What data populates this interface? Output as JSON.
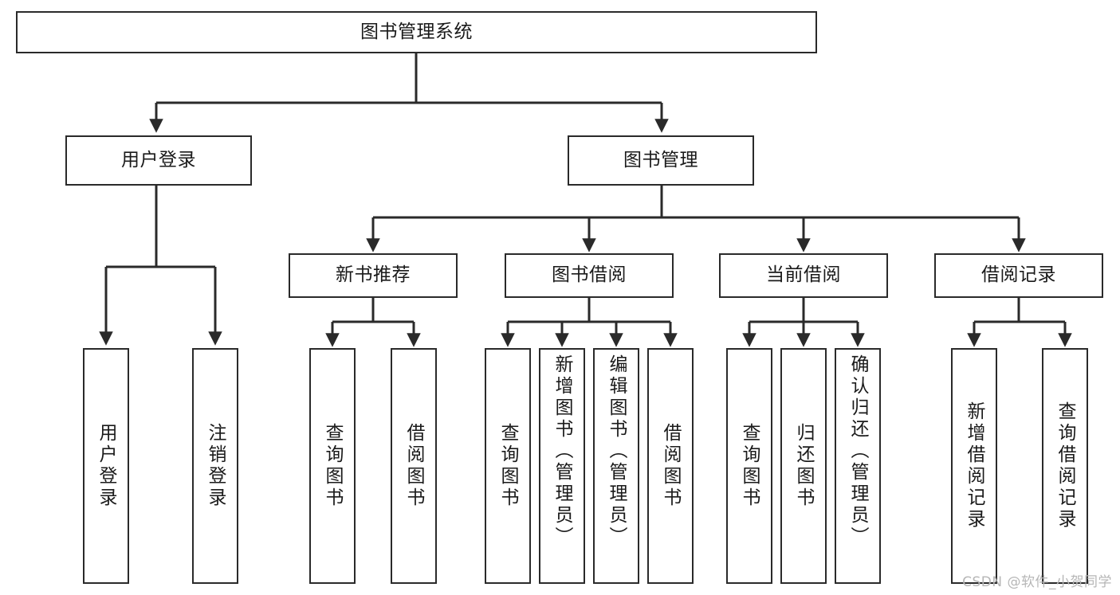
{
  "diagram": {
    "title": "图书管理系统",
    "type": "tree-hierarchy-diagram",
    "root": {
      "id": "root",
      "label": "图书管理系统"
    },
    "level1": [
      {
        "id": "user-login",
        "label": "用户登录"
      },
      {
        "id": "book-management",
        "label": "图书管理"
      }
    ],
    "level2": [
      {
        "id": "new-book-recommend",
        "label": "新书推荐",
        "parent": "book-management"
      },
      {
        "id": "book-borrow",
        "label": "图书借阅",
        "parent": "book-management"
      },
      {
        "id": "current-borrow",
        "label": "当前借阅",
        "parent": "book-management"
      },
      {
        "id": "borrow-record",
        "label": "借阅记录",
        "parent": "book-management"
      }
    ],
    "leaves": [
      {
        "id": "leaf-user-login",
        "label": "用户登录",
        "parent": "user-login"
      },
      {
        "id": "leaf-logout-login",
        "label": "注销登录",
        "parent": "user-login"
      },
      {
        "id": "leaf-query-book-1",
        "label": "查询图书",
        "parent": "new-book-recommend"
      },
      {
        "id": "leaf-borrow-book-1",
        "label": "借阅图书",
        "parent": "new-book-recommend"
      },
      {
        "id": "leaf-query-book-2",
        "label": "查询图书",
        "parent": "book-borrow"
      },
      {
        "id": "leaf-add-book-admin",
        "label": "新增图书（管理员）",
        "parent": "book-borrow"
      },
      {
        "id": "leaf-edit-book-admin",
        "label": "编辑图书（管理员）",
        "parent": "book-borrow"
      },
      {
        "id": "leaf-borrow-book-2",
        "label": "借阅图书",
        "parent": "book-borrow"
      },
      {
        "id": "leaf-query-book-3",
        "label": "查询图书",
        "parent": "current-borrow"
      },
      {
        "id": "leaf-return-book",
        "label": "归还图书",
        "parent": "current-borrow"
      },
      {
        "id": "leaf-confirm-return-admin",
        "label": "确认归还（管理员）",
        "parent": "current-borrow"
      },
      {
        "id": "leaf-add-borrow-record",
        "label": "新增借阅记录",
        "parent": "borrow-record"
      },
      {
        "id": "leaf-query-borrow-record",
        "label": "查询借阅记录",
        "parent": "borrow-record"
      }
    ]
  },
  "watermark": {
    "text": "CSDN @软件_小贺同学"
  },
  "colors": {
    "border": "#2a2a2a",
    "background": "#ffffff",
    "text": "#1a1a1a",
    "watermark": "#b6b6b6"
  }
}
